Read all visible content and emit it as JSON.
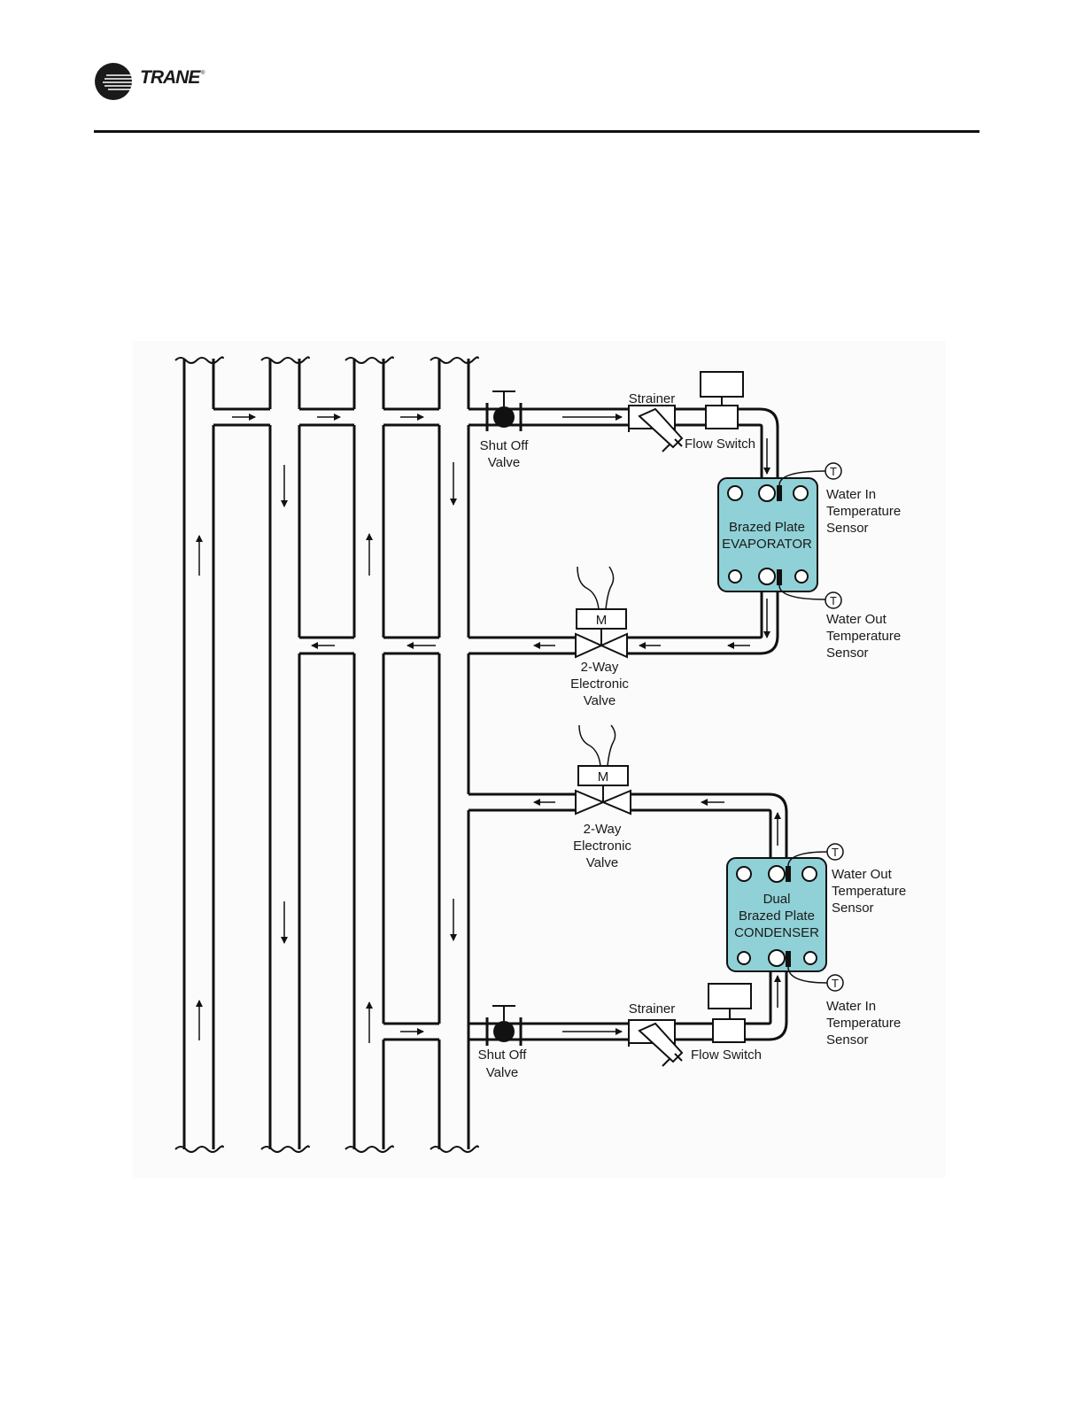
{
  "header": {
    "brand": "TRANE",
    "registered_mark": "®"
  },
  "colors": {
    "heat_exchanger_fill": "#8fd1d6",
    "pipe": "#111111",
    "rule": "#111111"
  },
  "icons": [
    "trane-logo-icon",
    "shut-off-valve-icon",
    "strainer-icon",
    "flow-switch-icon",
    "two-way-valve-icon",
    "temperature-sensor-icon",
    "flow-arrow-icon"
  ],
  "diagram": {
    "evaporator": {
      "line1": "Brazed Plate",
      "line2": "EVAPORATOR"
    },
    "condenser": {
      "line1": "Dual",
      "line2": "Brazed Plate",
      "line3": "CONDENSER"
    },
    "shutoff_top": {
      "line1": "Shut Off",
      "line2": "Valve"
    },
    "shutoff_bottom": {
      "line1": "Shut Off",
      "line2": "Valve"
    },
    "strainer_top": "Strainer",
    "strainer_bottom": "Strainer",
    "flowswitch_top": "Flow Switch",
    "flowswitch_bottom": "Flow Switch",
    "valve_top": {
      "motor": "M",
      "line1": "2-Way",
      "line2": "Electronic",
      "line3": "Valve"
    },
    "valve_bottom": {
      "motor": "M",
      "line1": "2-Way",
      "line2": "Electronic",
      "line3": "Valve"
    },
    "sensor_symbol": "T",
    "evap_water_in": {
      "line1": "Water In",
      "line2": "Temperature",
      "line3": "Sensor"
    },
    "evap_water_out": {
      "line1": "Water Out",
      "line2": "Temperature",
      "line3": "Sensor"
    },
    "cond_water_out": {
      "line1": "Water Out",
      "line2": "Temperature",
      "line3": "Sensor"
    },
    "cond_water_in": {
      "line1": "Water In",
      "line2": "Temperature",
      "line3": "Sensor"
    }
  }
}
